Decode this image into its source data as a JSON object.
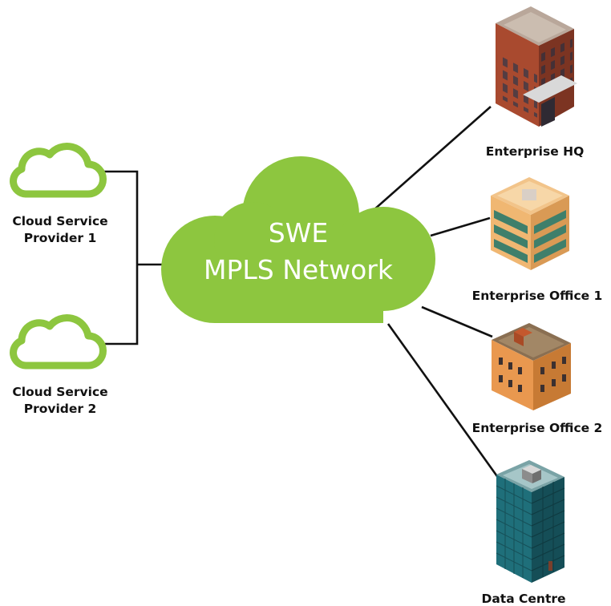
{
  "core": {
    "line1": "SWE",
    "line2": "MPLS Network",
    "color": "#8dc63f"
  },
  "providers": [
    {
      "line1": "Cloud Service",
      "line2": "Provider 1",
      "icon": "cloud-outline-icon"
    },
    {
      "line1": "Cloud Service",
      "line2": "Provider 2",
      "icon": "cloud-outline-icon"
    }
  ],
  "sites": [
    {
      "label": "Enterprise HQ",
      "icon": "brick-office-tower-icon"
    },
    {
      "label": "Enterprise Office 1",
      "icon": "tan-office-building-icon"
    },
    {
      "label": "Enterprise Office 2",
      "icon": "orange-building-icon"
    },
    {
      "label": "Data Centre",
      "icon": "teal-datacenter-tower-icon"
    }
  ],
  "colors": {
    "accent_green": "#8dc63f",
    "line": "#111111"
  }
}
